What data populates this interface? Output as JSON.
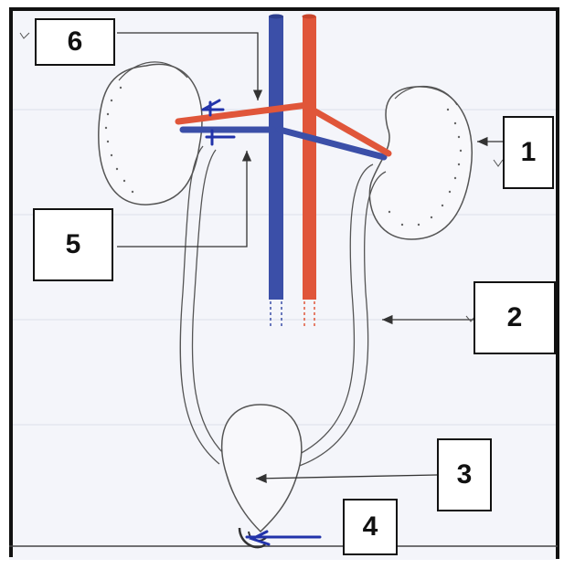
{
  "colors": {
    "paper": "#f4f5fa",
    "frame": "#111111",
    "vein": "#3b4fa8",
    "artery": "#e0563a",
    "outline": "#555555",
    "pen_blue": "#2233aa"
  },
  "labels": [
    {
      "id": "1",
      "text": "1"
    },
    {
      "id": "2",
      "text": "2"
    },
    {
      "id": "3",
      "text": "3"
    },
    {
      "id": "4",
      "text": "4"
    },
    {
      "id": "5",
      "text": "5"
    },
    {
      "id": "6",
      "text": "6"
    }
  ]
}
